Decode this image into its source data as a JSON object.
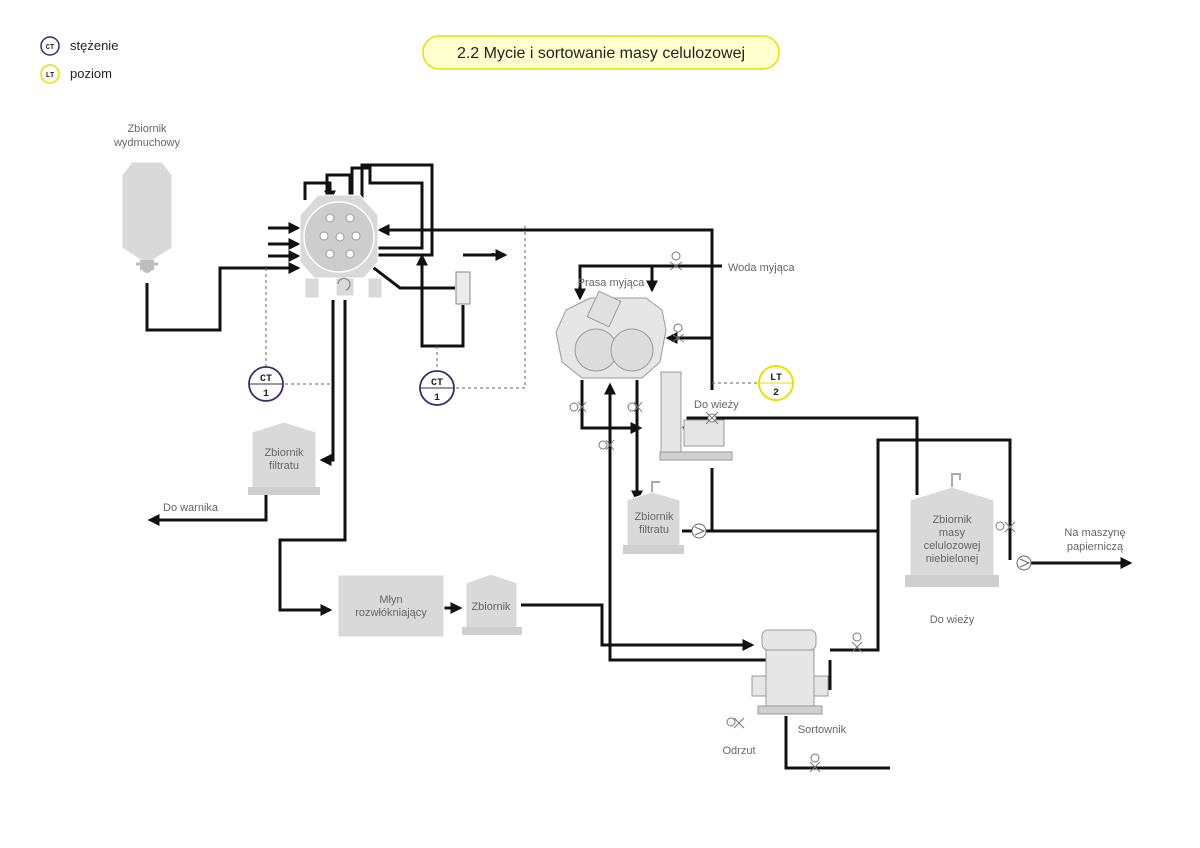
{
  "title": "2.2 Mycie i sortowanie masy celulozowej",
  "legend": {
    "ct": {
      "symbol": "CT",
      "label": "stężenie",
      "color": "#3b2a6b"
    },
    "lt": {
      "symbol": "LT",
      "label": "poziom",
      "color": "#e8e000"
    }
  },
  "instruments": {
    "ct1a": {
      "tag": "CT",
      "num": "1"
    },
    "ct1b": {
      "tag": "CT",
      "num": "1"
    },
    "lt2": {
      "tag": "LT",
      "num": "2"
    }
  },
  "labels": {
    "blow_tank": [
      "Zbiornik",
      "wydmuchowy"
    ],
    "filtrate_tank_1": [
      "Zbiornik",
      "filtratu"
    ],
    "to_digester": "Do warnika",
    "mill": [
      "Młyn",
      "rozwłókniający"
    ],
    "tank": "Zbiornik",
    "wash_press": "Prasa myjąca",
    "wash_water": "Woda myjąca",
    "to_tower_1": "Do wieży",
    "filtrate_tank_2": [
      "Zbiornik",
      "filtratu"
    ],
    "unbleached_tank": [
      "Zbiornik",
      "masy",
      "celulozowej",
      "niebielonej"
    ],
    "to_paper_machine": [
      "Na maszynę",
      "papierniczą"
    ],
    "to_tower_2": "Do wieży",
    "screen": "Sortownik",
    "reject": "Odrzut"
  },
  "colors": {
    "pipe": "#111111",
    "equipment": "#d9d9d9",
    "ct": "#3b2a6b",
    "lt": "#e8e000",
    "title_fill": "#ffffd0"
  }
}
